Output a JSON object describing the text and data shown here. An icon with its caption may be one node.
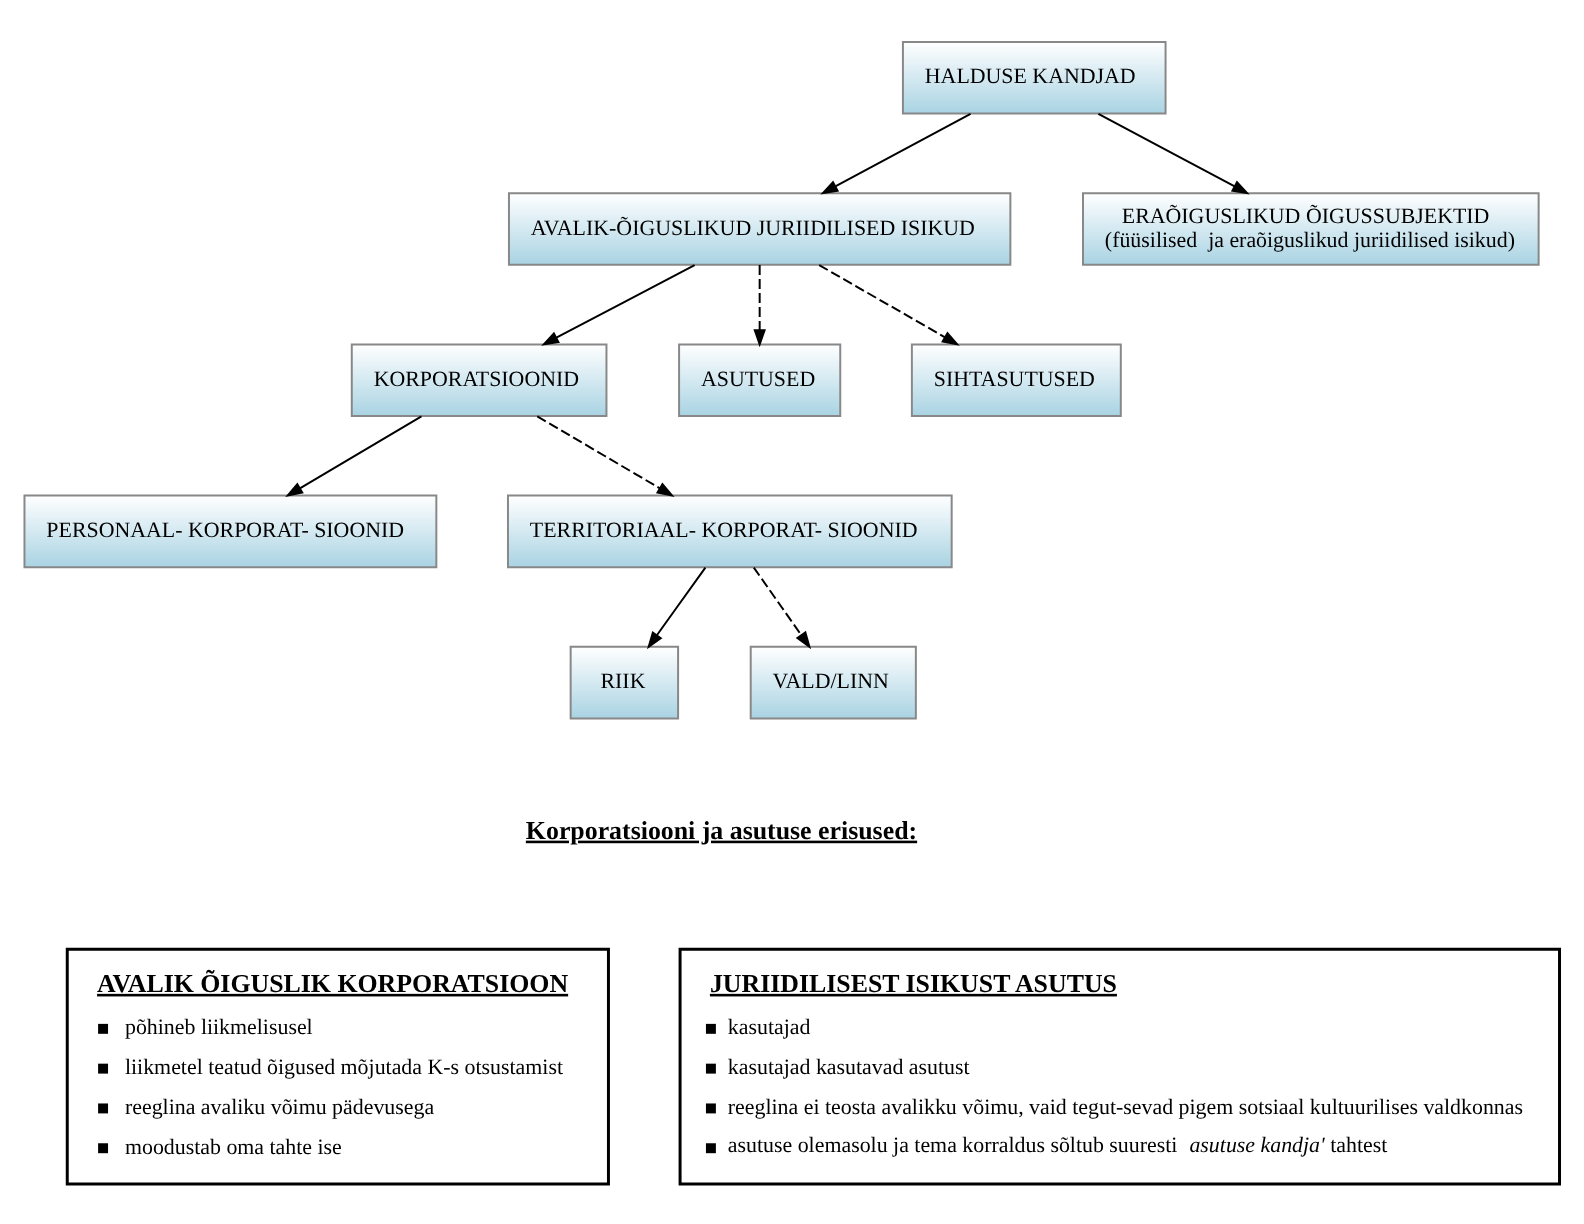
{
  "diagram": {
    "nodes": [
      {
        "text": [
          "HALDUSE KANDJAD"
        ]
      },
      {
        "text": [
          "AVALIK-ÕIGUSLIKUD JURIIDILISED ISIKUD"
        ]
      },
      {
        "text": [
          "ERAÕIGUSLIKUD ÕIGUSSUBJEKTID",
          "(füüsilised  ja eraõiguslikud juriidilised isikud)"
        ]
      },
      {
        "text": [
          "KORPORATSIOONID"
        ]
      },
      {
        "text": [
          "ASUTUSED"
        ]
      },
      {
        "text": [
          "SIHTASUTUSED"
        ]
      },
      {
        "text": [
          "PERSONAAL- KORPORAT- SIOONID"
        ]
      },
      {
        "text": [
          "TERRITORIAAL- KORPORAT- SIOONID"
        ]
      },
      {
        "text": [
          "RIIK"
        ]
      },
      {
        "text": [
          "VALD/LINN"
        ]
      },
      {
        "text": [
          "AVALIK ÕIGUSLIK KORPORATSIOON",
          "põhineb liikmelisusel",
          "liikmetel teatud õigused mõjutada K-s otsustamist",
          "reeglina avaliku võimu pädevusega",
          "moodustab oma tahte ise"
        ]
      },
      {
        "text": [
          "JURIIDILISEST ISIKUST ASUTUS",
          "kasutajad",
          "kasutajad kasutavad asutust",
          "reeglina ei teosta avalikku võimu, vaid tegut-sevad pigem sotsiaal kultuurilises valdkonnas",
          "asutuse olemasolu ja tema korraldus sõltub suuresti *asutuse kandja'* tahtest"
        ]
      }
    ],
    "edges": [
      {
        "from": 0,
        "to": 1,
        "arrow": "to"
      },
      {
        "from": 0,
        "to": 2,
        "arrow": "to"
      },
      {
        "from": 1,
        "to": 3,
        "arrow": "to"
      },
      {
        "from": 1,
        "to": 4,
        "arrow": "to",
        "style": "dashed"
      },
      {
        "from": 1,
        "to": 5,
        "arrow": "to",
        "style": "dashed"
      },
      {
        "from": 3,
        "to": 6,
        "arrow": "to"
      },
      {
        "from": 3,
        "to": 7,
        "arrow": "to",
        "style": "dashed"
      },
      {
        "from": 7,
        "to": 8,
        "arrow": "to"
      },
      {
        "from": 7,
        "to": 9,
        "arrow": "to",
        "style": "dashed"
      }
    ],
    "labels": [
      "Korporatsiooni ja asutuse erisused:"
    ]
  }
}
